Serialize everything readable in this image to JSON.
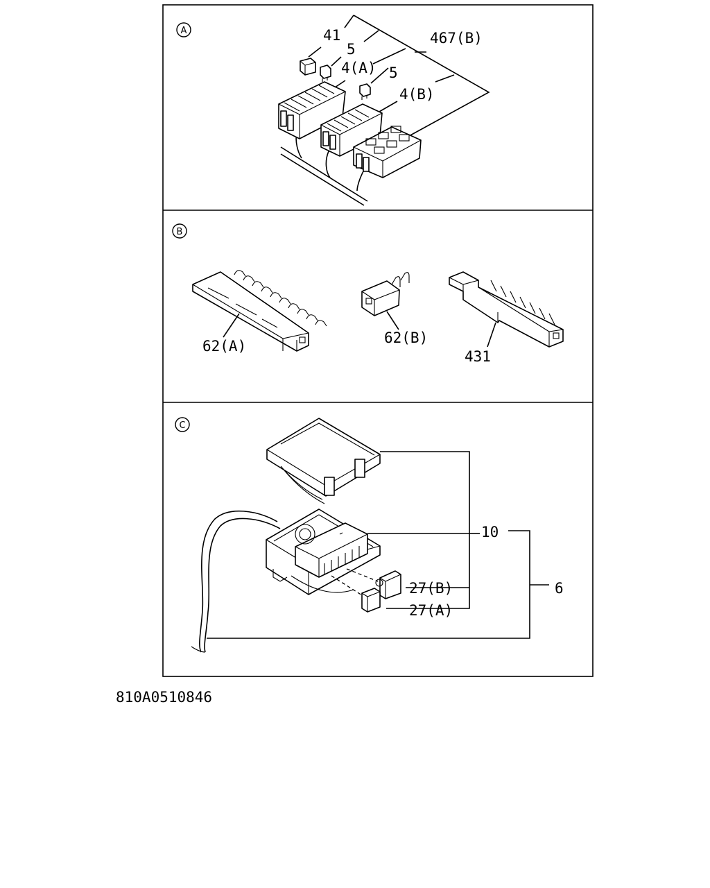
{
  "panels": {
    "a": {
      "marker": "A",
      "labels": {
        "l41": "41",
        "l5a": "5",
        "l4a": "4(A)",
        "l467b": "467(B)",
        "l5b": "5",
        "l4b": "4(B)"
      }
    },
    "b": {
      "marker": "B",
      "labels": {
        "l62a": "62(A)",
        "l62b": "62(B)",
        "l431": "431"
      }
    },
    "c": {
      "marker": "C",
      "labels": {
        "l10": "10",
        "l6": "6",
        "l27b": "27(B)",
        "l27a": "27(A)"
      }
    }
  },
  "footer": {
    "drawing_code": "810A0510846"
  }
}
